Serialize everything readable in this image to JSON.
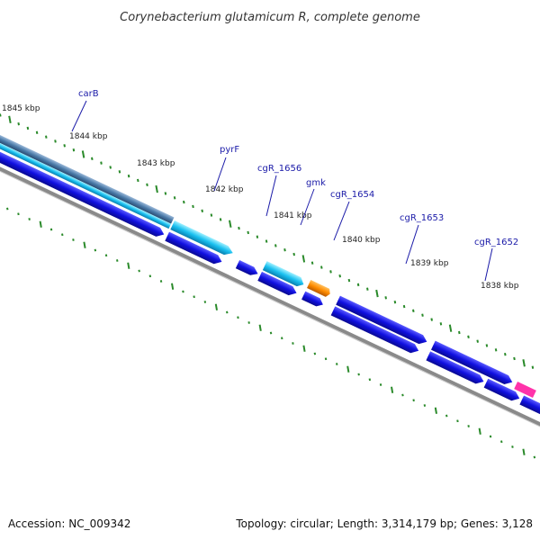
{
  "title": "Corynebacterium glutamicum R, complete genome",
  "accession_label": "Accession: NC_009342",
  "summary_label": "Topology: circular; Length: 3,314,179 bp; Genes: 3,128",
  "ruler_labels": [
    "1845 kbp",
    "1844 kbp",
    "1843 kbp",
    "1842 kbp",
    "1841 kbp",
    "1840 kbp",
    "1839 kbp",
    "1838 kbp"
  ],
  "gene_labels": [
    "carB",
    "pyrF",
    "cgR_1656",
    "gmk",
    "cgR_1654",
    "cgR_1653",
    "cgR_1652"
  ],
  "colors": {
    "cds_blue": "#1010e0",
    "cds_cyan": "#19c0f0",
    "cds_orange": "#ff8c00",
    "cds_magenta": "#ff33aa",
    "backbone": "#8a8a8a",
    "gc_skew_dots": "#2a8a2a",
    "label_blue": "#1a1aa8"
  }
}
